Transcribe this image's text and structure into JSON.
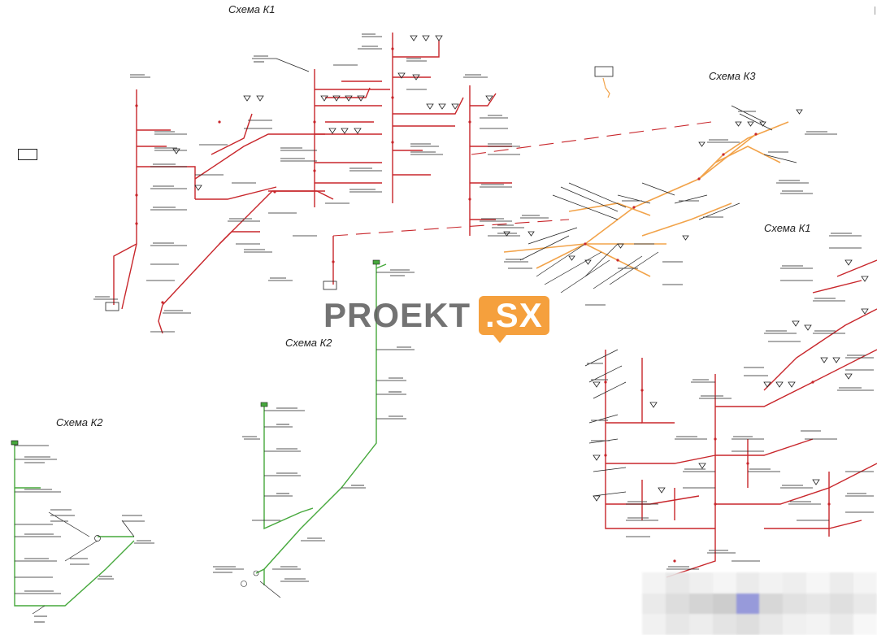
{
  "schemes": {
    "k1_top": "Схема К1",
    "k3": "Схема К3",
    "k1_right": "Схема К1",
    "k2_mid": "Схема К2",
    "k2_left": "Схема К2"
  },
  "watermark": {
    "brand": "PROEKT",
    "tld": ".SX"
  },
  "colors": {
    "k1_pipe": "#c8262b",
    "k2_pipe": "#46a83c",
    "k3_pipe": "#f2a34a",
    "leader": "#222222",
    "dash": "#c8262b"
  }
}
